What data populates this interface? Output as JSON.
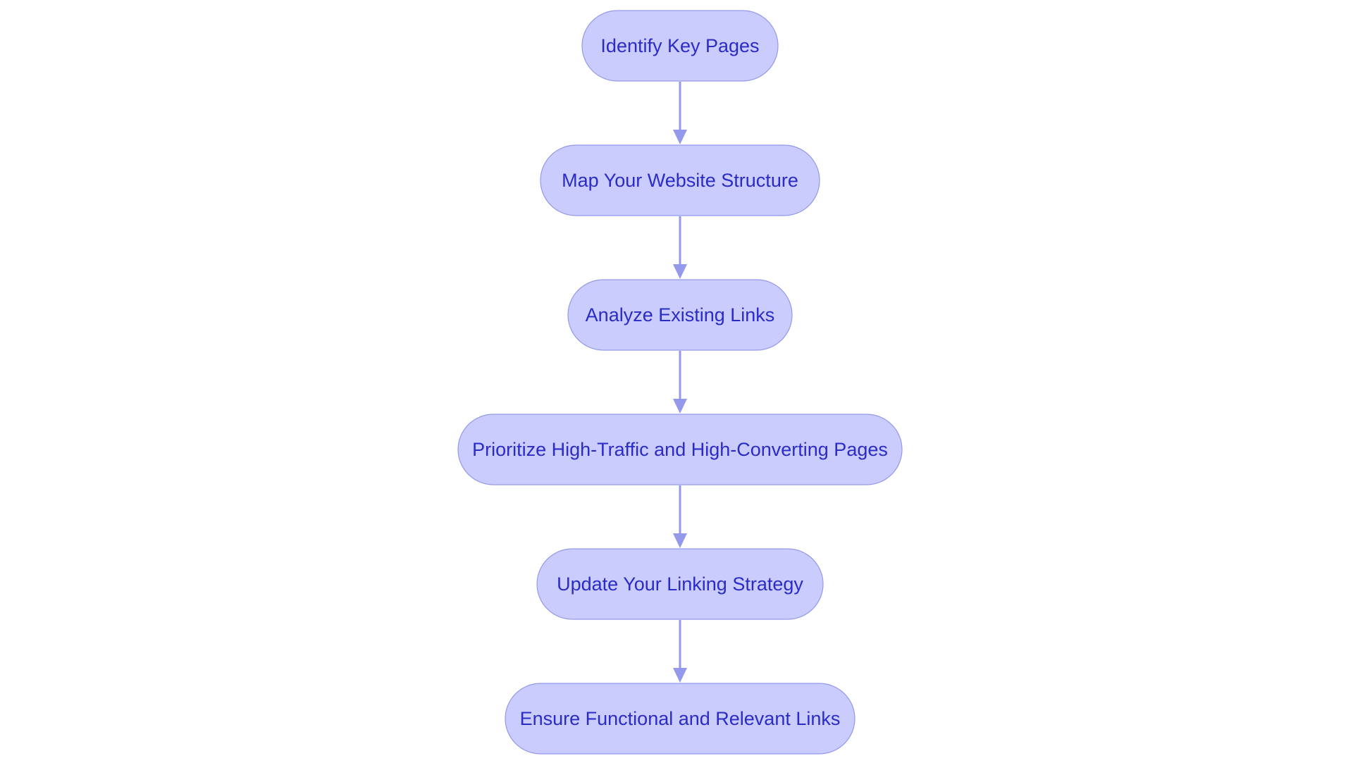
{
  "colors": {
    "node_fill": "#c9ccfd",
    "node_stroke": "#9599eb",
    "edge": "#9599eb",
    "text": "#2b2bc7",
    "background": "#ffffff"
  },
  "steps": [
    {
      "id": "identify-key-pages",
      "label": "Identify Key Pages"
    },
    {
      "id": "map-website-structure",
      "label": "Map Your Website Structure"
    },
    {
      "id": "analyze-existing-links",
      "label": "Analyze Existing Links"
    },
    {
      "id": "prioritize-pages",
      "label": "Prioritize High-Traffic and High-Converting Pages"
    },
    {
      "id": "update-linking-strategy",
      "label": "Update Your Linking Strategy"
    },
    {
      "id": "ensure-links",
      "label": "Ensure Functional and Relevant Links"
    }
  ]
}
